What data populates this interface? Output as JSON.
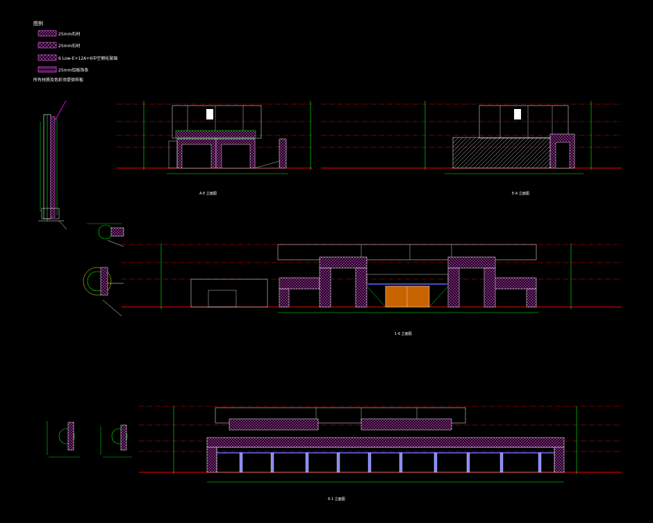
{
  "legend": {
    "title": "图例",
    "items": [
      {
        "label": "25mm石材",
        "pattern": "dots",
        "color": "#ff66ff"
      },
      {
        "label": "25mm石材",
        "pattern": "cross",
        "color": "#ff66ff"
      },
      {
        "label": "6 Low-E+12A+6中空钢化玻璃",
        "pattern": "cross",
        "color": "#ff66ff"
      },
      {
        "label": "25mm铝板饰条",
        "pattern": "lines",
        "color": "#ff66ff"
      }
    ],
    "note": "所有材质及色彩须提供样板"
  },
  "captions": {
    "elev_1": "A-E 立面图",
    "elev_2": "E-A 立面图",
    "elev_3": "1-6 立面图",
    "elev_4": "6-1 立面图"
  },
  "colors": {
    "background": "#000000",
    "structure": "#ffffff",
    "stone": "#ff66ff",
    "glass": "#00ff00",
    "dimension": "#00ff00",
    "axis_line": "#ff0000",
    "ground": "#ff0000",
    "door": "#c86400",
    "glazing_band": "#6666ff",
    "callout": "#ff00ff"
  }
}
